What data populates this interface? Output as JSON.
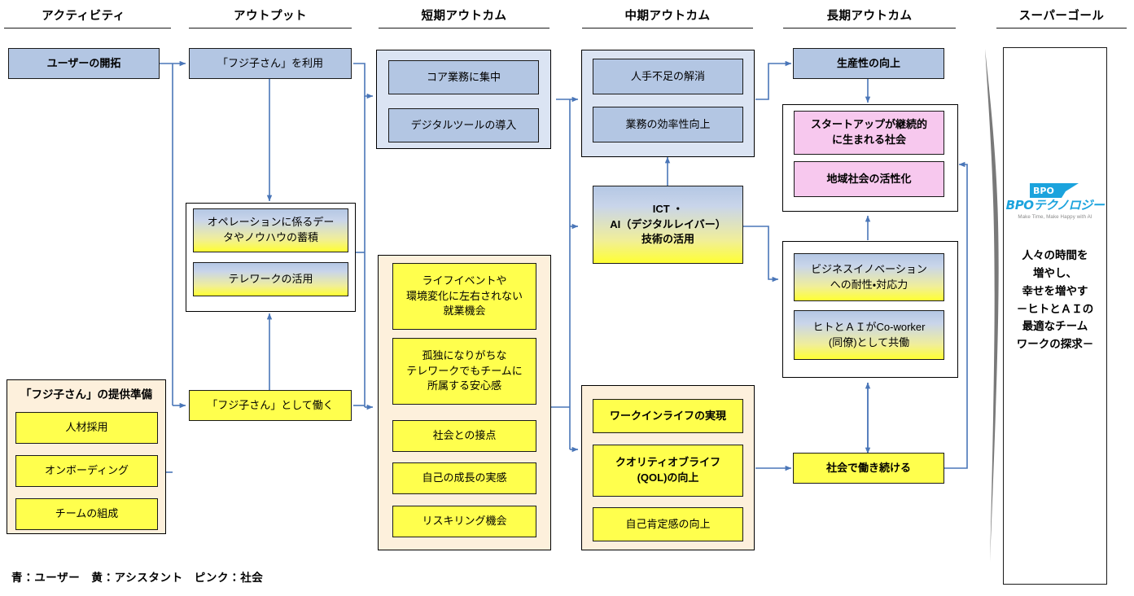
{
  "columns": [
    {
      "id": "activity",
      "label": "アクティビティ"
    },
    {
      "id": "output",
      "label": "アウトプット"
    },
    {
      "id": "short",
      "label": "短期アウトカム"
    },
    {
      "id": "mid",
      "label": "中期アウトカム"
    },
    {
      "id": "long",
      "label": "長期アウトカム"
    },
    {
      "id": "supergoal",
      "label": "スーパーゴール"
    }
  ],
  "nodes": {
    "user_kaitaku": "ユーザーの開拓",
    "fujiko_riyou": "「フジ子さん」を利用",
    "prep_title": "「フジ子さん」の提供準備",
    "jinzai_saiyou": "人材採用",
    "onboarding": "オンボーディング",
    "team_sosei": "チームの組成",
    "fujiko_hataraku": "「フジ子さん」として働く",
    "operation_data": "オペレーションに係るデータやノウハウの蓄積",
    "telework_katsuyou": "テレワークの活用",
    "core_gyoumu": "コア業務に集中",
    "digital_tool": "デジタルツールの導入",
    "life_event": "ライフイベントや環境変化に左右されない就業機会",
    "kodoku": "孤独になりがちなテレワークでもチームに所属する安心感",
    "shakai_setten": "社会との接点",
    "jiko_seicho": "自己の成長の実感",
    "reskilling": "リスキリング機会",
    "hitodebusoku": "人手不足の解消",
    "gyoumu_kouritsu": "業務の効率性向上",
    "ict_ai": "ICT ・ AI（デジタルレイバー）技術の活用",
    "work_in_life": "ワークインライフの実現",
    "qol": "クオリティオブライフ（QOL）の向上",
    "jiko_koutei": "自己肯定感の向上",
    "seisansei": "生産性の向上",
    "startup": "スタートアップが継続的に生まれる社会",
    "chiiki": "地域社会の活性化",
    "business_inv": "ビジネスイノベーションへの耐性・対応力",
    "coworker": "ヒトとＡＩがCo-worker(同僚)として共働",
    "shakai_hataraku": "社会で働き続ける"
  },
  "node_lines": {
    "operation_data": [
      "オペレーションに係るデー",
      "タやノウハウの蓄積"
    ],
    "life_event": [
      "ライフイベントや",
      "環境変化に左右されない",
      "就業機会"
    ],
    "kodoku": [
      "孤独になりがちな",
      "テレワークでもチームに",
      "所属する安心感"
    ],
    "ict_ai": [
      "ICT ・",
      "AI（デジタルレイバー）",
      "技術の活用"
    ],
    "qol": [
      "クオリティオブライフ",
      "(QOL)の向上"
    ],
    "startup": [
      "スタートアップが継続的",
      "に生まれる社会"
    ],
    "business_inv": [
      "ビジネスイノベーション",
      "への耐性・対応力"
    ],
    "coworker": [
      "ヒトとＡＩがCo-worker",
      "(同僚)として共働"
    ]
  },
  "supergoal": {
    "logo_mark": "BPO",
    "logo_name": "BPOテクノロジー",
    "logo_tagline": "Make Time, Make Happy with AI",
    "statement_lines": [
      "人々の時間を",
      "増やし、",
      "幸せを増やす",
      "－ヒトとＡＩの",
      "最適なチーム",
      "ワークの探求－"
    ]
  },
  "legend": {
    "text": "青：ユーザー　黄：アシスタント　ピンク：社会"
  },
  "colors": {
    "blue": "#b3c6e3",
    "yellow": "#ffff4d",
    "pink": "#f7c8ee",
    "group_blue_bg": "#dbe4f3",
    "group_cream_bg": "#fdf0dc",
    "connector": "#4a76b8",
    "goal_arrow": "#6e6e6e",
    "logo_blue": "#1ba3dd"
  }
}
